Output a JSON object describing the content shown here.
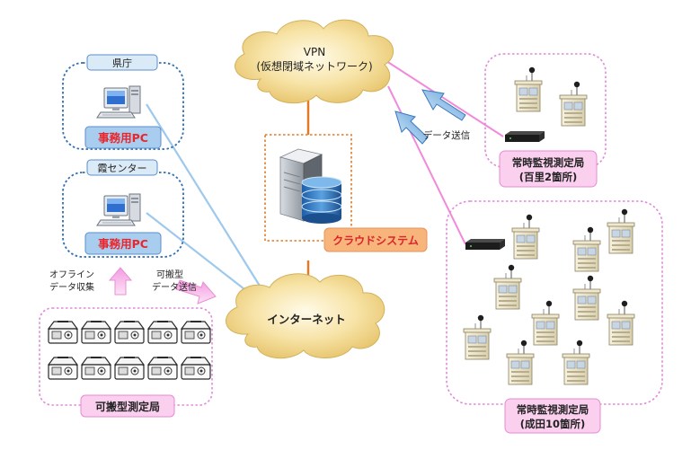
{
  "vpn": {
    "line1": "VPN",
    "line2": "(仮想閉域ネットワーク)"
  },
  "internet": {
    "label": "インターネット"
  },
  "cloud_system": {
    "label": "クラウドシステム"
  },
  "prefecture": {
    "tag": "県庁",
    "pc_label": "事務用PC"
  },
  "kasumi": {
    "tag": "霞センター",
    "pc_label": "事務用PC"
  },
  "offline": {
    "line1": "オフライン",
    "line2": "データ収集"
  },
  "portable_send": {
    "line1": "可搬型",
    "line2": "データ送信"
  },
  "portable_group": {
    "label": "可搬型測定局",
    "unit_count": 10
  },
  "data_send": {
    "label": "データ送信"
  },
  "hyakuri": {
    "line1": "常時監視測定局",
    "line2": "(百里2箇所)",
    "station_count": 2
  },
  "narita": {
    "line1": "常時監視測定局",
    "line2": "(成田10箇所)",
    "station_count": 10
  },
  "colors": {
    "dotted_blue": "#2f6fb3",
    "dotted_pink": "#e08ad8",
    "cloud_fill": "#f3dc9a",
    "pc_tag_fill": "#dbeaf7",
    "pc_label_fill": "#a9cdef",
    "pc_label_text": "#e8262b",
    "cloud_system_fill": "#f7b47b",
    "pink_label_fill": "#fbd0ef",
    "orange_line": "#e07a27",
    "blue_line": "#9ec9ec",
    "pink_line": "#f18ad9"
  }
}
